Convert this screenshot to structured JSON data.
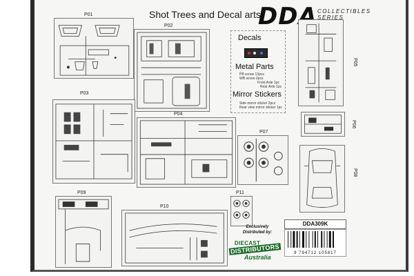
{
  "header": {
    "title": "Shot Trees and Decal arts",
    "logo": "DDA",
    "logo_sub_1": "COLLECTIBLES",
    "logo_sub_2": "SERIES"
  },
  "parts": {
    "p01": "P01",
    "p02": "P02",
    "p03": "P03",
    "p04": "P04",
    "p05": "P05",
    "p06": "P06",
    "p07": "P07",
    "p08": "P08",
    "p09": "P09",
    "p10": "P10",
    "p11": "P11"
  },
  "info": {
    "decals": "Decals",
    "metal_parts": "Metal Parts",
    "pb_screw": "PB screw 13pcs",
    "wb_screw": "WB screw 2pcs",
    "front_axle": "Front Axle 1pc",
    "rear_axle": "Rear Axle 1pc",
    "mirror_stickers": "Mirror Stickers",
    "side_mirror": "Side mirror sticker 2pcs",
    "rear_mirror": "Rear view mirror sticker 1pc"
  },
  "distributor": {
    "line1": "Exclusively",
    "line2": "Distributed by:",
    "brand1": "DIECAST",
    "brand2": "DISTRIBUTORS",
    "brand3": "Australia"
  },
  "product": {
    "code": "DDA309K",
    "barcode": "9 794712 105817"
  },
  "colors": {
    "box": "#f6f6f4",
    "ink": "#111111",
    "brand_green": "#1c6b2a"
  }
}
